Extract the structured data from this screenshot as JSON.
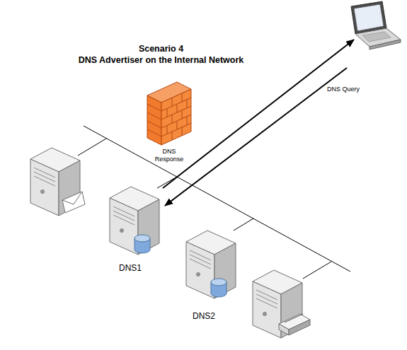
{
  "diagram": {
    "title": "Scenario 4",
    "nodes": [
      {
        "text": [
          "DNS1"
        ]
      },
      {
        "text": [
          "DNS2"
        ]
      }
    ],
    "labels": [
      "DNS Advertiser on the Internal Network",
      "DNS Response",
      "DNS Query"
    ]
  }
}
